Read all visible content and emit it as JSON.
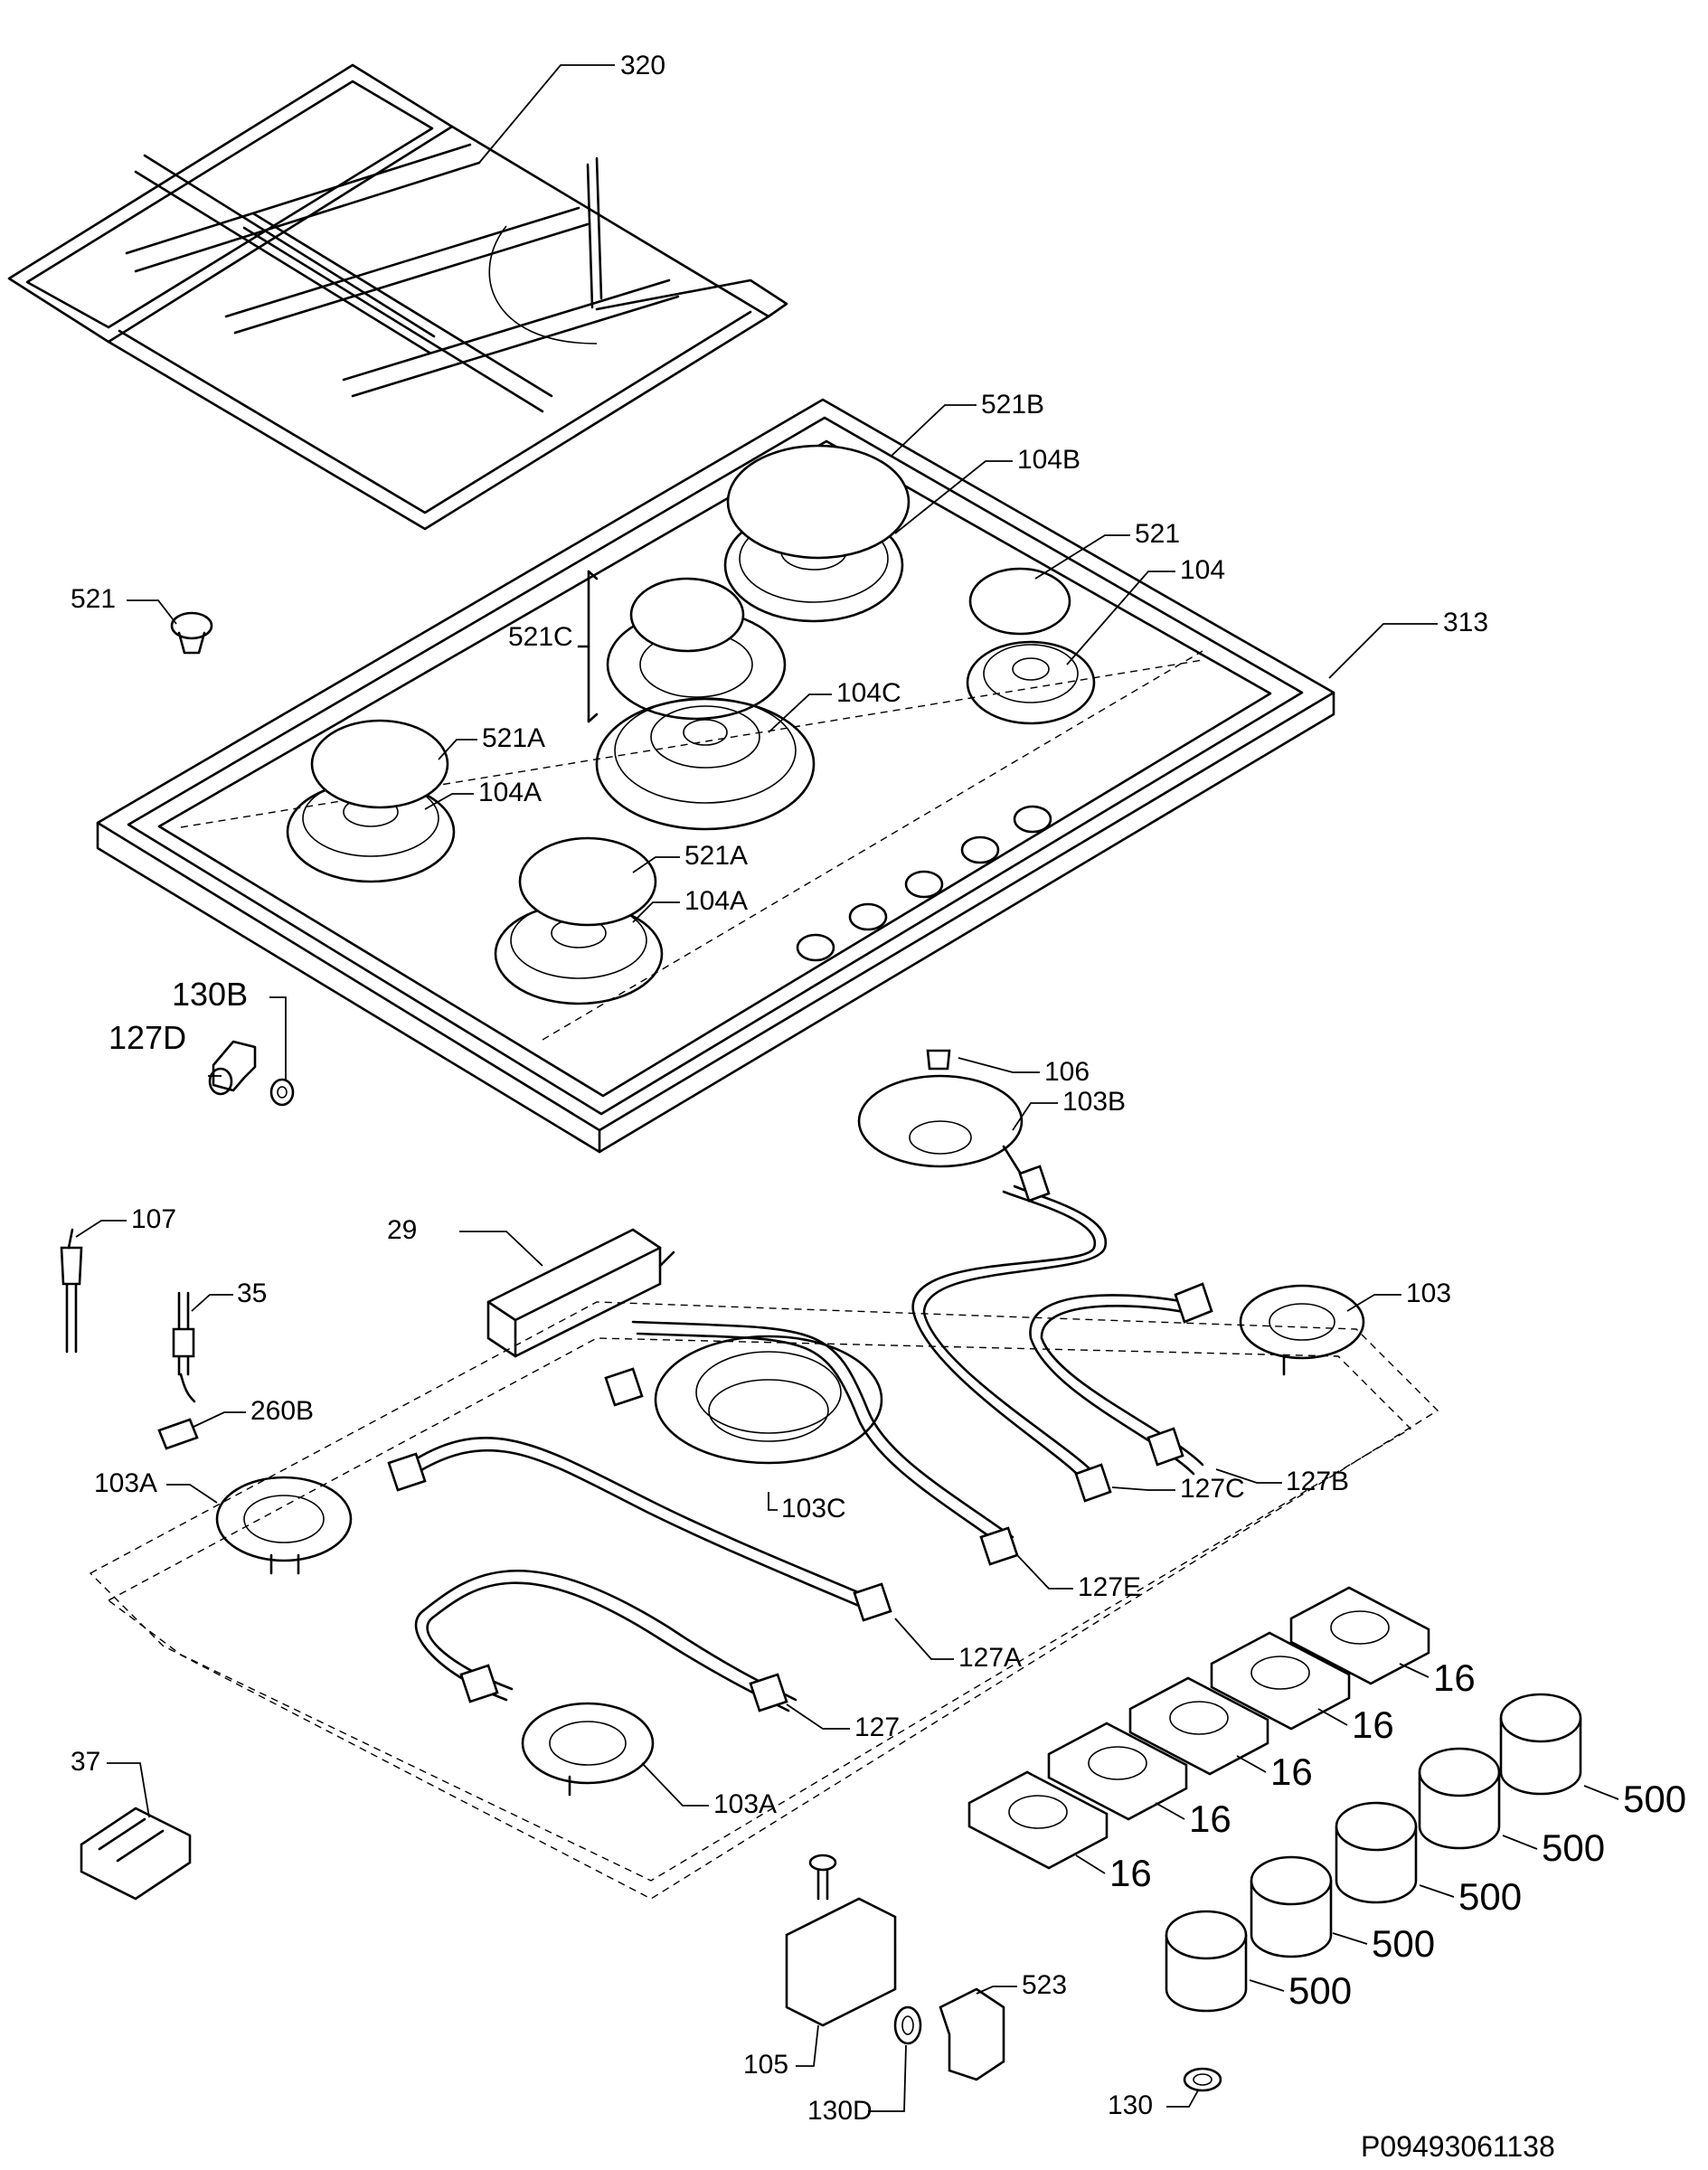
{
  "labels": {
    "l320": "320",
    "l521b": "521B",
    "l104b": "104B",
    "l521": "521",
    "l104": "104",
    "l521_top": "521",
    "l313": "313",
    "l521c": "521C",
    "l104c": "104C",
    "l521a_1": "521A",
    "l104a_1": "104A",
    "l521a_2": "521A",
    "l104a_2": "104A",
    "l130b": "130B",
    "l127d": "127D",
    "l106": "106",
    "l103b": "103B",
    "l107": "107",
    "l35": "35",
    "l29": "29",
    "l103": "103",
    "l260b": "260B",
    "l103a_1": "103A",
    "l103c": "103C",
    "l127b": "127B",
    "l127c": "127C",
    "l127e": "127E",
    "l127a": "127A",
    "l127": "127",
    "l103a_2": "103A",
    "l16_1": "16",
    "l16_2": "16",
    "l16_3": "16",
    "l16_4": "16",
    "l16_5": "16",
    "l500_1": "500",
    "l500_2": "500",
    "l500_3": "500",
    "l500_4": "500",
    "l500_5": "500",
    "l37": "37",
    "l523": "523",
    "l105": "105",
    "l130d": "130D",
    "l130": "130"
  },
  "drawing_code": "P09493061138"
}
